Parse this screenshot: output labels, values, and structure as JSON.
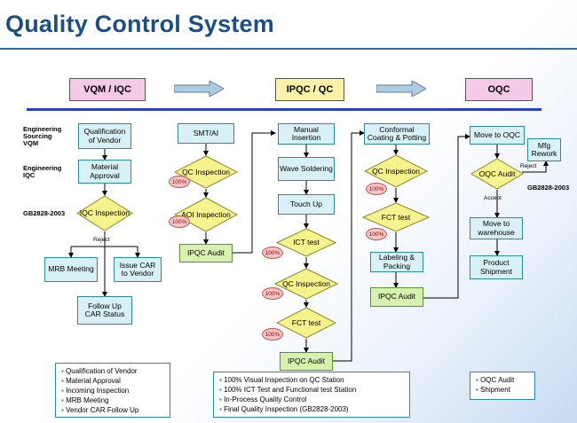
{
  "title": "Quality Control System",
  "headers": {
    "vqm_iqc": "VQM / IQC",
    "ipqc_qc": "IPQC / QC",
    "oqc": "OQC"
  },
  "side_labels": {
    "eng_sourcing": "Engineering\nSourcing\nVQM",
    "eng_iqc": "Engineering\nIQC",
    "gb_left": "GB2828-2003",
    "gb_right": "GB2828-2003"
  },
  "col1": {
    "qual_vendor": "Qualification of Vendor",
    "material_approval": "Material Approval",
    "iqc_inspection": "IQC Inspection",
    "reject": "Reject",
    "mrb_meeting": "MRB Meeting",
    "issue_car": "Issue CAR to Vendor",
    "follow_up": "Follow Up CAR Status"
  },
  "col2": {
    "smt_ai": "SMT/AI",
    "qc_inspection": "QC Inspection",
    "aoi_inspection": "AOI Inspection",
    "ipqc_audit": "IPQC Audit"
  },
  "col3": {
    "manual_insertion": "Manual Insertion",
    "wave_soldering": "Wave Soldering",
    "touch_up": "Touch Up",
    "ict_test": "ICT test",
    "qc_inspection": "QC Inspection",
    "fct_test": "FCT test",
    "ipqc_audit": "IPQC Audit"
  },
  "col4": {
    "conformal": "Conformal Coating & Potting",
    "qc_inspection": "QC Inspection",
    "fct_test": "FCT test",
    "labeling": "Labeling & Packing",
    "ipqc_audit": "IPQC Audit"
  },
  "col5": {
    "move_oqc": "Move to OQC",
    "mfg_rework": "Mfg Rework",
    "reject": "Reject",
    "oqc_audit": "OQC Audit",
    "accept": "Accept",
    "move_warehouse": "Move to warehouse",
    "product_shipment": "Product Shipment"
  },
  "badge_text": "100%",
  "legend_left": [
    "Qualification of Vendor",
    "Material Approval",
    "Incoming Inspection",
    "MRB Meeting",
    "Vendor CAR Follow Up"
  ],
  "legend_mid": [
    "100% Visual Inspection on QC Station",
    "100% ICT Test and Functional test Station",
    "In-Process Quality Control",
    "Final Quality Inspection (GB2828-2003)"
  ],
  "legend_right": [
    "OQC Audit",
    "Shipment"
  ],
  "colors": {
    "title": "#1c4f87",
    "box_fill": "#d8f1f6",
    "box_border": "#2b8a9e",
    "diamond_fill": "#f6f28c",
    "green_fill": "#d7f2b0",
    "header_pink": "#f5c9e8",
    "header_yellow": "#fbf2a8",
    "badge_fill": "#f6c6c6",
    "rule_blue": "#2b3ec8"
  }
}
